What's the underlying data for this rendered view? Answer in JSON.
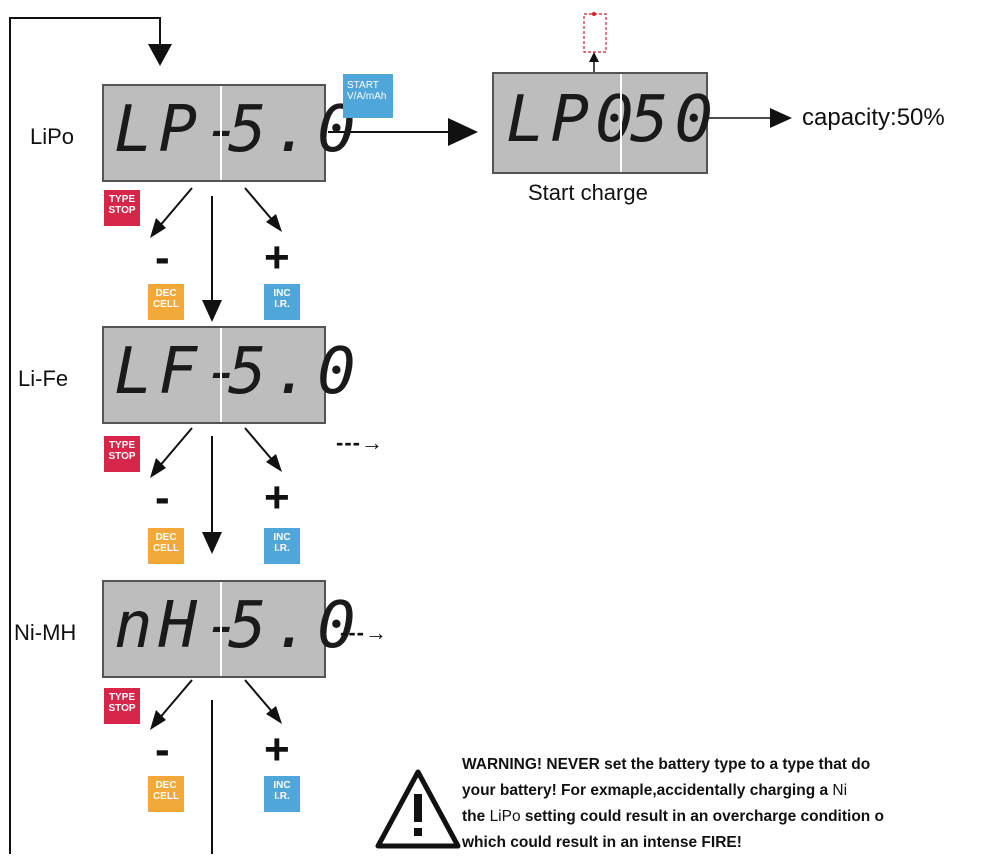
{
  "start_key": {
    "label_line1": "START",
    "label_line2": "V/A/mAh"
  },
  "keys": {
    "type_stop": [
      "TYPE",
      "STOP"
    ],
    "dec_cell": [
      "DEC",
      "CELL"
    ],
    "inc_ir": [
      "INC",
      "I.R."
    ]
  },
  "signs": {
    "minus": "-",
    "plus": "+"
  },
  "rows": [
    {
      "label": "LiPo",
      "left": "LP-",
      "right": "5.0"
    },
    {
      "label": "Li-Fe",
      "left": "LF-",
      "right": "5.0"
    },
    {
      "label": "Ni-MH",
      "left": "nH-",
      "right": "5.0"
    }
  ],
  "result_display": {
    "left": "LP0",
    "right": "50",
    "caption": "Start charge"
  },
  "capacity": "capacity:50%",
  "more_arrow": "---→",
  "warning": {
    "line1": "WARNING! NEVER set the battery type to a type that do",
    "line2_a": "your battery! For exmaple,accidentally charging a ",
    "line2_b": "Ni",
    "line3_a": "the ",
    "line3_b": "LiPo",
    "line3_c": " setting could result in an overcharge condition o",
    "line4": "which could result in an intense FIRE!"
  },
  "colors": {
    "lcd": "#bdbdbd",
    "type_stop": "#d7264a",
    "dec_cell": "#f3a93a",
    "inc_ir": "#4ea7d8"
  }
}
